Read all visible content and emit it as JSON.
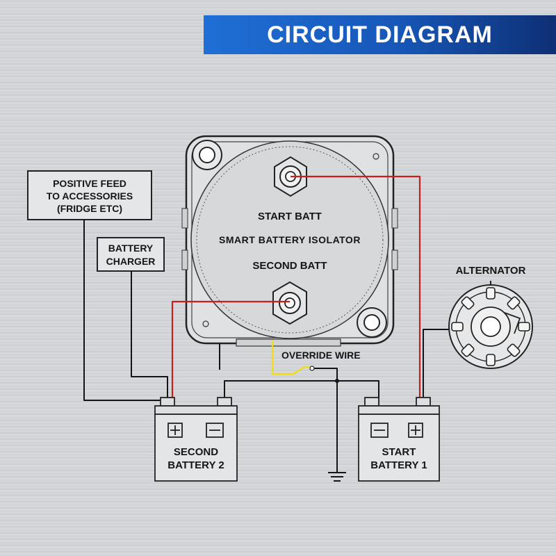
{
  "header": {
    "title": "CIRCUIT DIAGRAM"
  },
  "isolator": {
    "start_label": "START BATT",
    "name_label": "SMART BATTERY ISOLATOR",
    "second_label": "SECOND BATT"
  },
  "labels": {
    "positive_feed": [
      "POSITIVE FEED",
      "TO ACCESSORIES",
      "(FRIDGE ETC)"
    ],
    "battery_charger": [
      "BATTERY",
      "CHARGER"
    ],
    "alternator": "ALTERNATOR",
    "override_wire": "OVERRIDE WIRE"
  },
  "batteries": {
    "second": {
      "line1": "SECOND",
      "line2": "BATTERY 2"
    },
    "start": {
      "line1": "START",
      "line2": "BATTERY 1"
    }
  },
  "colors": {
    "banner": "#1757b8",
    "positive_wire": "#c81e1e",
    "override_wire": "#f2dc1a",
    "ground_wire": "#141414"
  }
}
